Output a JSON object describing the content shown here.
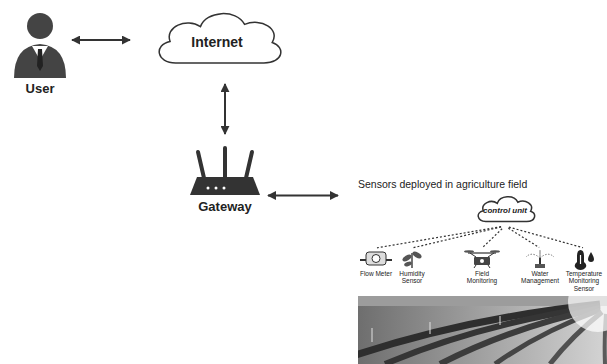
{
  "diagram": {
    "nodes": [
      {
        "text": [
          "User"
        ]
      },
      {
        "text": [
          "Internet"
        ]
      },
      {
        "text": [
          "Gateway"
        ]
      },
      {
        "text": [
          "Sensors deployed in agriculture field"
        ]
      },
      {
        "text": [
          "control unit"
        ],
        "in": 3
      },
      {
        "text": [
          "Flow Meter"
        ],
        "in": 3
      },
      {
        "text": [
          "Humidity Sensor"
        ],
        "in": 3
      },
      {
        "text": [
          "Field Monitoring"
        ],
        "in": 3
      },
      {
        "text": [
          "Water Management"
        ],
        "in": 3
      },
      {
        "text": [
          "Temperature Monitoring Sensor"
        ],
        "in": 3
      }
    ],
    "edges": [
      {
        "from": 0,
        "to": 1,
        "arrow": "both"
      },
      {
        "from": 1,
        "to": 2,
        "arrow": "both"
      },
      {
        "from": 2,
        "to": 3,
        "arrow": "both"
      },
      {
        "from": 4,
        "to": 5,
        "arrow": "none"
      },
      {
        "from": 4,
        "to": 6,
        "arrow": "none"
      },
      {
        "from": 4,
        "to": 7,
        "arrow": "none"
      },
      {
        "from": 4,
        "to": 8,
        "arrow": "none"
      },
      {
        "from": 4,
        "to": 9,
        "arrow": "none"
      }
    ]
  }
}
